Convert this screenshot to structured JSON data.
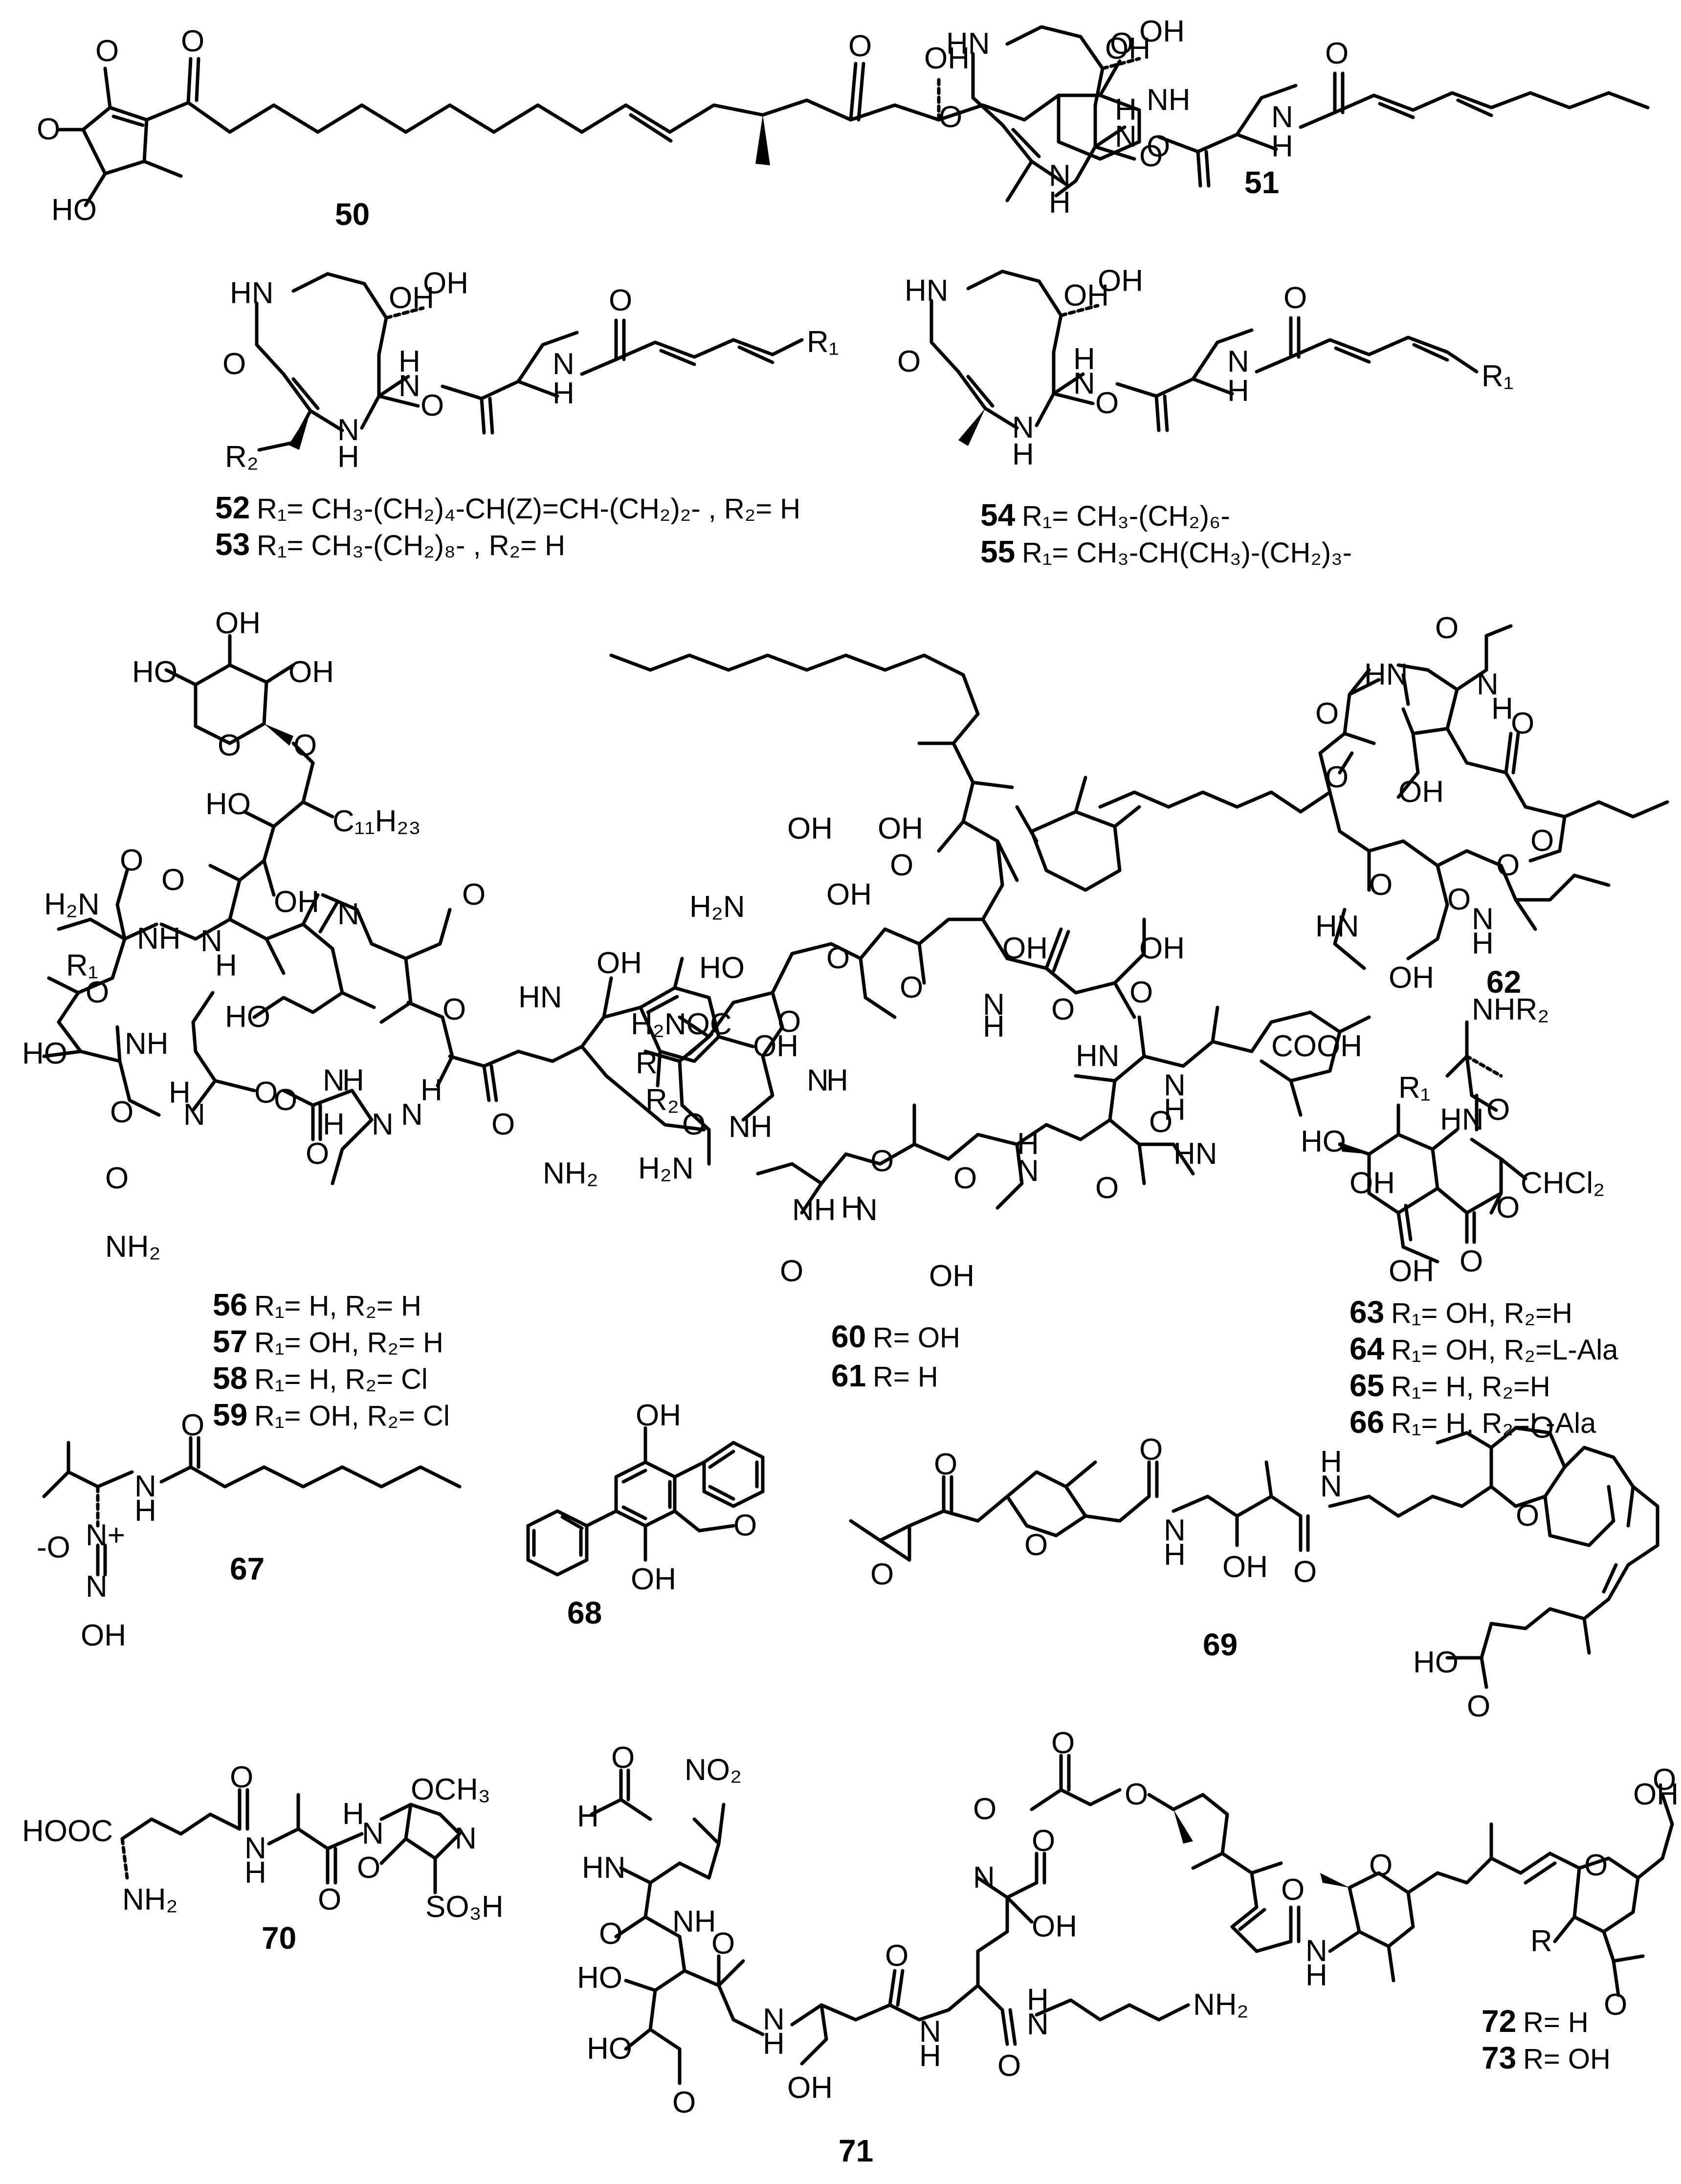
{
  "compounds": {
    "c50": {
      "num": "50"
    },
    "c51": {
      "num": "51"
    },
    "c52": {
      "num": "52",
      "sub": "R₁= CH₃-(CH₂)₄-CH(Z)=CH-(CH₂)₂- , R₂= H"
    },
    "c53": {
      "num": "53",
      "sub": "R₁= CH₃-(CH₂)₈-                    , R₂= H"
    },
    "c54": {
      "num": "54",
      "sub": "R₁= CH₃-(CH₂)₆-"
    },
    "c55": {
      "num": "55",
      "sub": "R₁= CH₃-CH(CH₃)-(CH₂)₃-"
    },
    "c56": {
      "num": "56",
      "sub": "R₁= H, R₂= H"
    },
    "c57": {
      "num": "57",
      "sub": "R₁= OH, R₂= H"
    },
    "c58": {
      "num": "58",
      "sub": "R₁= H, R₂= Cl"
    },
    "c59": {
      "num": "59",
      "sub": "R₁= OH, R₂= Cl"
    },
    "c60": {
      "num": "60",
      "sub": "R= OH"
    },
    "c61": {
      "num": "61",
      "sub": "R= H"
    },
    "c62": {
      "num": "62"
    },
    "c63": {
      "num": "63",
      "sub": "R₁= OH, R₂=H"
    },
    "c64": {
      "num": "64",
      "sub": "R₁= OH, R₂=L-Ala"
    },
    "c65": {
      "num": "65",
      "sub": "R₁= H, R₂=H"
    },
    "c66": {
      "num": "66",
      "sub": " R₁= H, R₂=L-Ala"
    },
    "c67": {
      "num": "67"
    },
    "c68": {
      "num": "68"
    },
    "c69": {
      "num": "69"
    },
    "c70": {
      "num": "70"
    },
    "c71": {
      "num": "71"
    },
    "c72": {
      "num": "72",
      "sub": "R= H"
    },
    "c73": {
      "num": "73",
      "sub": "R= OH"
    }
  },
  "atoms": {
    "O": "O",
    "OH": "OH",
    "HO": "HO",
    "NH": "NH",
    "HN": "HN",
    "N": "N",
    "H": "H",
    "NH2": "NH₂",
    "H2N": "H₂N",
    "H2NOC": "H₂NOC",
    "R": "R",
    "R1": "R₁",
    "R2": "R₂",
    "C11H23": "C₁₁H₂₃",
    "CHCl2": "CHCl₂",
    "NHR2": "NHR₂",
    "COOH": "COOH",
    "HOOC": "HOOC",
    "OCH3": "OCH₃",
    "SO3H": "SO₃H",
    "NO2": "NO₂",
    "Ominus": "-O",
    "Nplus": "N+",
    "OMe": "O"
  }
}
